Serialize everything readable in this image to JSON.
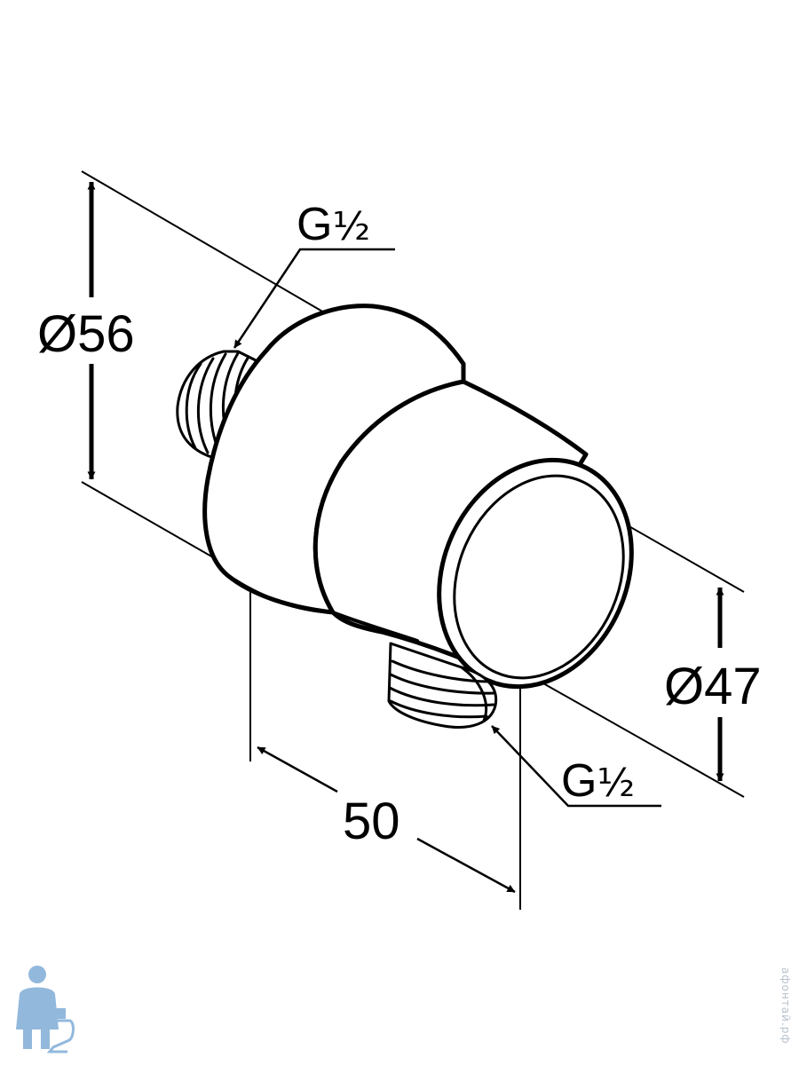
{
  "dimensions": {
    "outer_diameter": "Ø56",
    "outlet_diameter": "Ø47",
    "depth": "50",
    "thread_inlet": {
      "main": "G",
      "fraction": "½"
    },
    "thread_outlet": {
      "main": "G",
      "fraction": "½"
    }
  },
  "watermark": {
    "text": "афонтай.рф",
    "accent_color": "#3a7fc1"
  }
}
